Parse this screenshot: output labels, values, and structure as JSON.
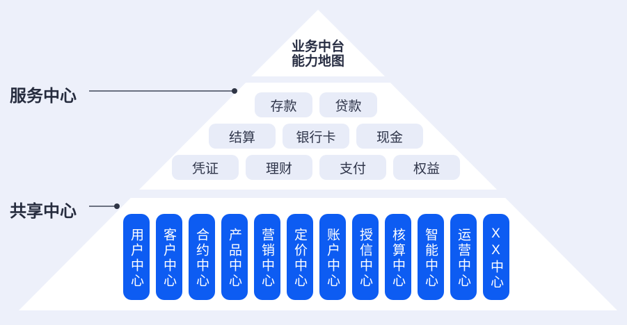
{
  "title": {
    "line1": "业务中台",
    "line2": "能力地图"
  },
  "labels": {
    "service_center": "服务中心",
    "shared_center": "共享中心"
  },
  "service_rows": {
    "row1": [
      "存款",
      "贷款"
    ],
    "row2": [
      "结算",
      "银行卡",
      "现金"
    ],
    "row3": [
      "凭证",
      "理财",
      "支付",
      "权益"
    ]
  },
  "shared_centers": [
    "用户中心",
    "客户中心",
    "合约中心",
    "产品中心",
    "营销中心",
    "定价中心",
    "账户中心",
    "授信中心",
    "核算中心",
    "智能中心",
    "运营中心",
    "XX中心"
  ],
  "colors": {
    "background": "#edf0fa",
    "pyramid": "#ffffff",
    "service_pill": "#e8ecf8",
    "shared_pill_blue": "#0d5cf2",
    "text_dark": "#272d42",
    "leader_line": "#6a7080",
    "leader_dot": "#2f3545"
  }
}
